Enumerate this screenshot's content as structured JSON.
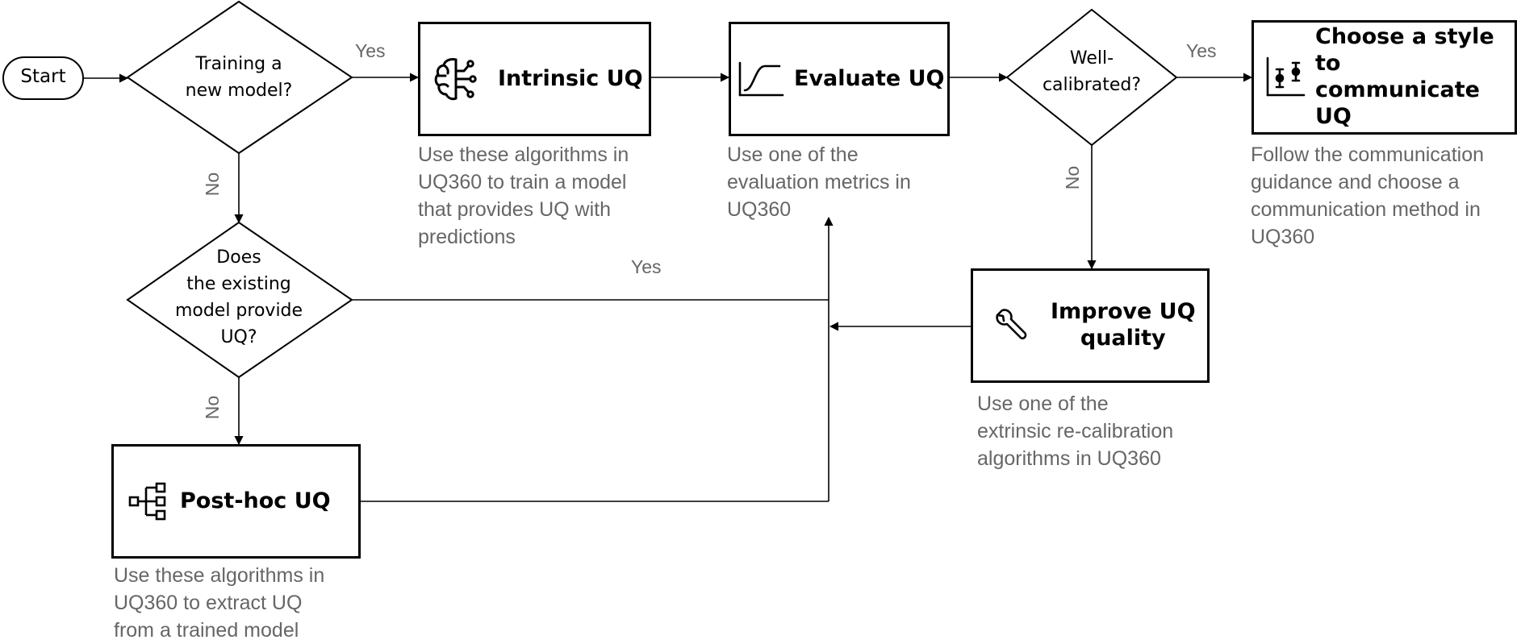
{
  "start": {
    "label": "Start"
  },
  "decisions": {
    "training": {
      "label": "Training a\nnew model?"
    },
    "existing": {
      "label": "Does\nthe existing\nmodel provide\nUQ?"
    },
    "calibrated": {
      "label": "Well-\ncalibrated?"
    }
  },
  "steps": {
    "intrinsic": {
      "title": "Intrinsic UQ",
      "icon": "neural-brain-icon",
      "description": "Use these algorithms in\nUQ360 to train a model\nthat provides UQ with\npredictions"
    },
    "evaluate": {
      "title": "Evaluate UQ",
      "icon": "curve-chart-icon",
      "description": "Use one of the\nevaluation metrics in\nUQ360"
    },
    "communicate": {
      "title": "Choose a style to\ncommunicate UQ",
      "icon": "error-bar-chart-icon",
      "description": "Follow the communication\nguidance and choose a\ncommunication method in\nUQ360"
    },
    "improve": {
      "title": "Improve UQ\nquality",
      "icon": "wrench-icon",
      "description": "Use one of the\nextrinsic re-calibration\nalgorithms in UQ360"
    },
    "posthoc": {
      "title": "Post-hoc UQ",
      "icon": "hierarchy-tree-icon",
      "description": "Use these algorithms in\nUQ360 to extract UQ\nfrom a trained model"
    }
  },
  "edge_labels": {
    "training_yes": "Yes",
    "training_no": "No",
    "existing_yes": "Yes",
    "existing_no": "No",
    "calibrated_yes": "Yes",
    "calibrated_no": "No"
  }
}
